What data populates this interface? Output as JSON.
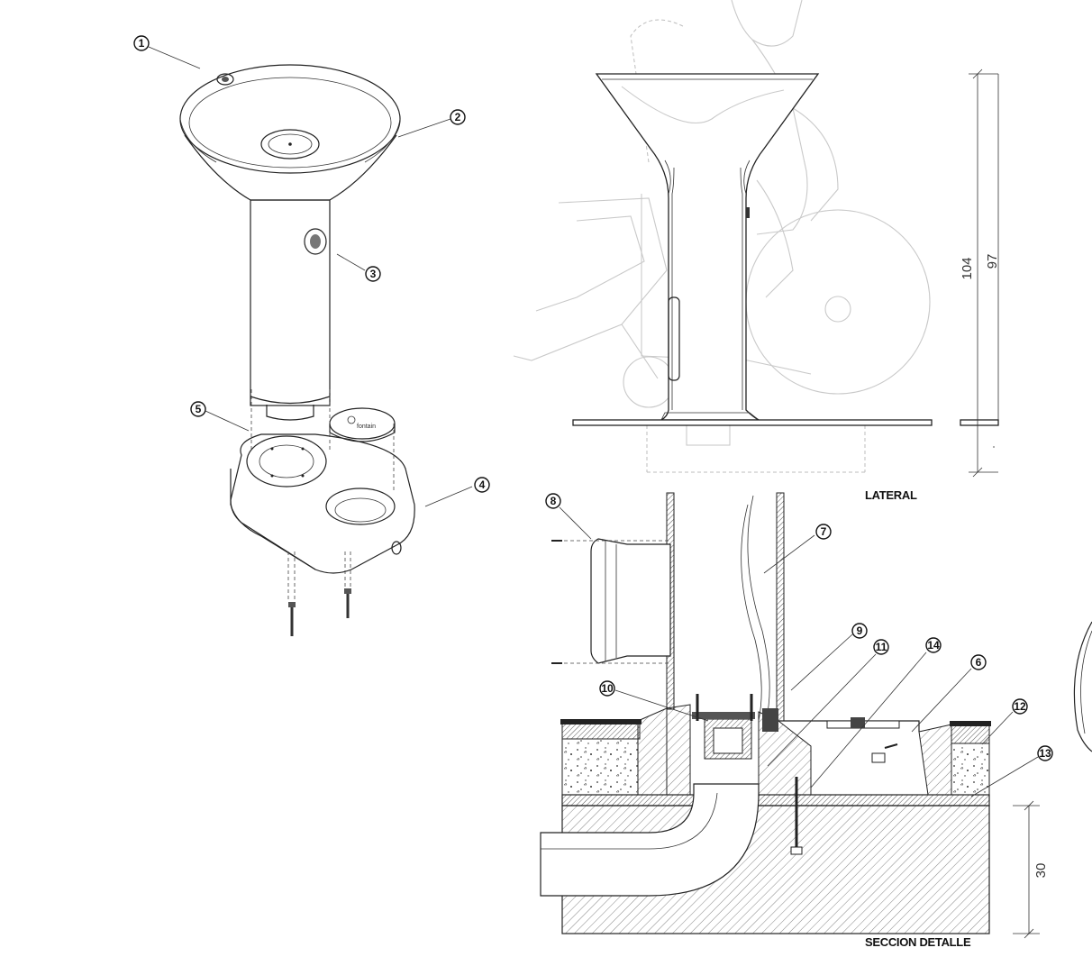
{
  "exploded_view": {
    "callouts": [
      {
        "id": "c1",
        "label": "1"
      },
      {
        "id": "c2",
        "label": "2"
      },
      {
        "id": "c3",
        "label": "3"
      },
      {
        "id": "c4",
        "label": "4"
      },
      {
        "id": "c5",
        "label": "5"
      }
    ]
  },
  "lateral_view": {
    "title": "LATERAL",
    "dimensions": {
      "overall": "104",
      "height": "97"
    }
  },
  "section_view": {
    "title": "SECCION DETALLE",
    "dimension": "30",
    "callouts": [
      {
        "id": "c6",
        "label": "6"
      },
      {
        "id": "c7",
        "label": "7"
      },
      {
        "id": "c8",
        "label": "8"
      },
      {
        "id": "c9",
        "label": "9"
      },
      {
        "id": "c10",
        "label": "10"
      },
      {
        "id": "c11",
        "label": "11"
      },
      {
        "id": "c12",
        "label": "12"
      },
      {
        "id": "c13",
        "label": "13"
      },
      {
        "id": "c14",
        "label": "14"
      }
    ]
  },
  "colors": {
    "line": "#222222",
    "ghost": "#c9c9c9",
    "hatch": "#555555",
    "background": "#ffffff"
  }
}
